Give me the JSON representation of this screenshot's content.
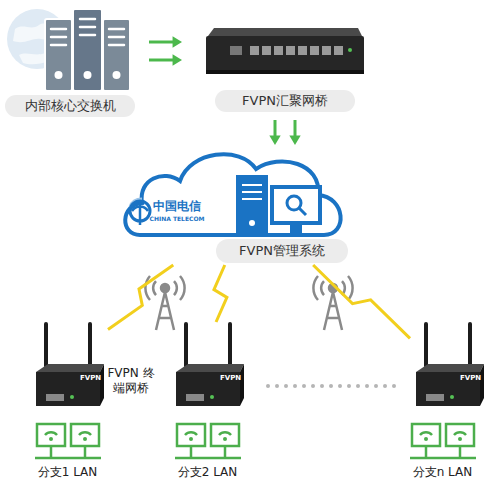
{
  "diagram": {
    "nodes": [
      {
        "text": [
          "内部核心交换机"
        ]
      },
      {
        "text": [
          "FVPN汇聚网桥"
        ]
      },
      {
        "text": [
          "FVPN管理系统"
        ]
      },
      {
        "text": [
          "FVPN"
        ]
      },
      {
        "text": [
          "FVPN"
        ]
      },
      {
        "text": [
          "FVPN"
        ]
      },
      {
        "text": [
          "分支1 LAN"
        ]
      },
      {
        "text": [
          "分支2 LAN"
        ]
      },
      {
        "text": [
          "分支n LAN"
        ]
      }
    ],
    "edges": [
      {
        "from": 0,
        "to": 1,
        "arrow": "to"
      },
      {
        "from": 1,
        "to": 2,
        "arrow": "to"
      },
      {
        "from": 2,
        "to": 3,
        "arrow": "none"
      },
      {
        "from": 2,
        "to": 4,
        "arrow": "none"
      },
      {
        "from": 2,
        "to": 5,
        "arrow": "none"
      }
    ],
    "labels": [
      "FVPN 终端网桥",
      "中国电信",
      "CHINA TELECOM"
    ]
  }
}
